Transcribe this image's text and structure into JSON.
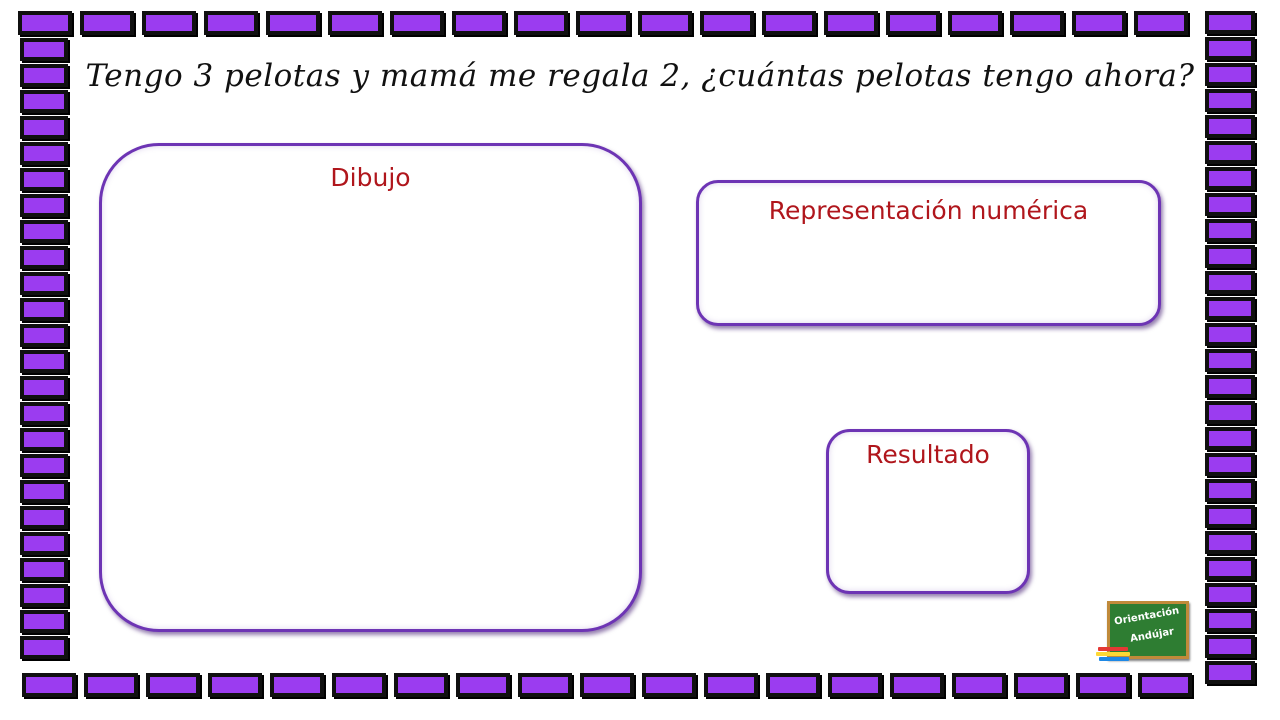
{
  "question": "Tengo 3 pelotas y mamá me regala 2, ¿cuántas pelotas tengo ahora?",
  "cards": {
    "drawing": {
      "title": "Dibujo"
    },
    "numeric": {
      "title": "Representación numérica"
    },
    "result": {
      "title": "Resultado"
    }
  },
  "logo": {
    "line1": "Orientación",
    "line2": "Andújar"
  },
  "colors": {
    "frame_fill": "#9b3cf0",
    "frame_edge": "#101010",
    "card_border": "#6d34b4",
    "card_title": "#b0161c",
    "logo_board": "#2e7d32"
  }
}
